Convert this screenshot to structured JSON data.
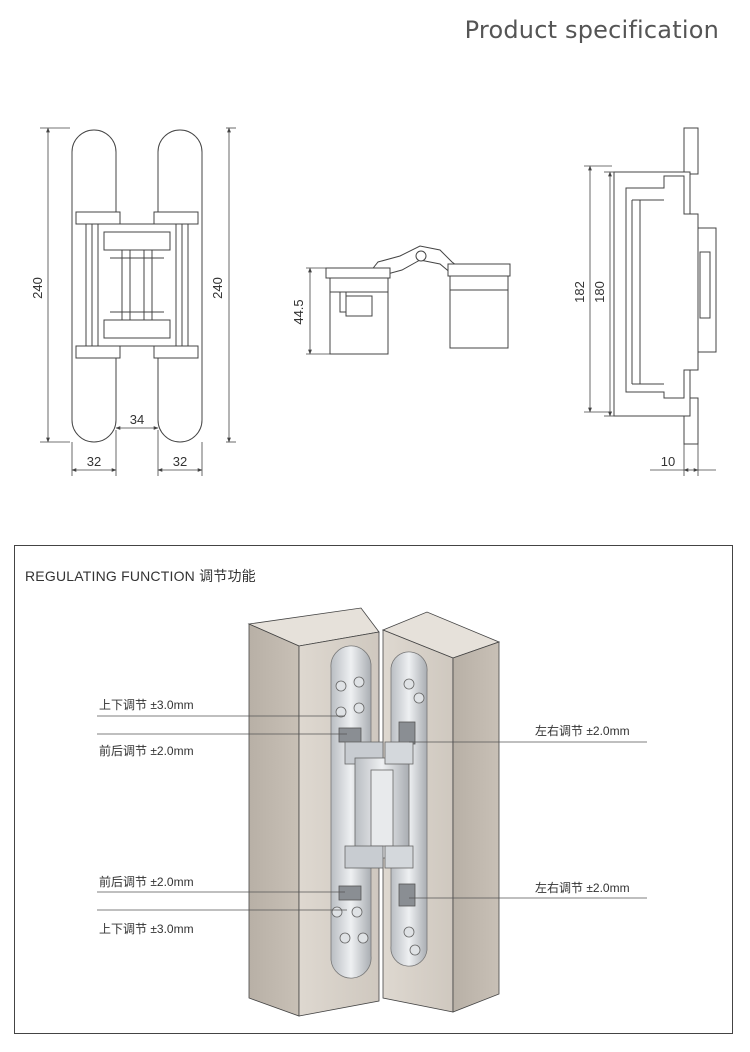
{
  "header": {
    "title": "Product specification"
  },
  "front_view": {
    "height_left": "240",
    "height_right": "240",
    "gap": "34",
    "width_left": "32",
    "width_right": "32"
  },
  "top_view": {
    "height": "44.5"
  },
  "side_view": {
    "height_outer": "182",
    "height_inner": "180",
    "depth": "10"
  },
  "regulating": {
    "title": "REGULATING FUNCTION 调节功能",
    "labels": {
      "updown_top": "上下调节 ±3.0mm",
      "frontback_top": "前后调节 ±2.0mm",
      "leftright_top": "左右调节 ±2.0mm",
      "frontback_bottom": "前后调节 ±2.0mm",
      "updown_bottom": "上下调节 ±3.0mm",
      "leftright_bottom": "左右调节 ±2.0mm"
    }
  }
}
